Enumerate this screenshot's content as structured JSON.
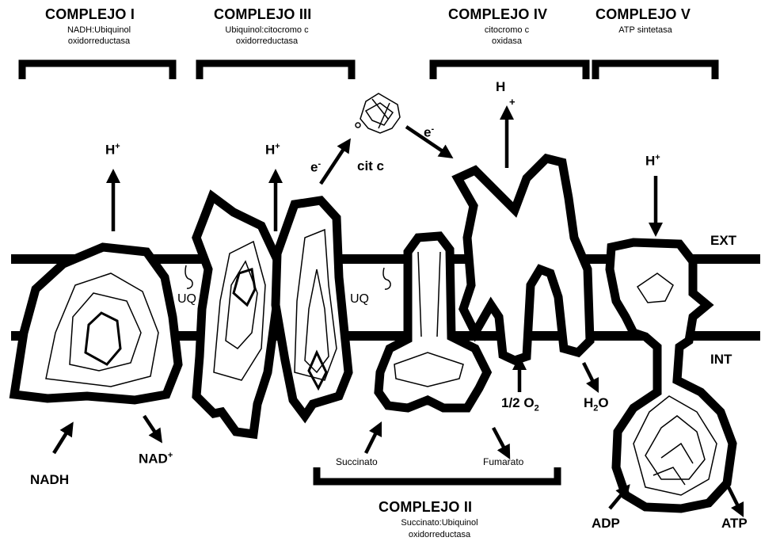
{
  "complexes": {
    "c1": {
      "title": "COMPLEJO I",
      "sub1": "NADH:Ubiquinol",
      "sub2": "oxidorreductasa"
    },
    "c3": {
      "title": "COMPLEJO III",
      "sub1": "Ubiquinol:citocromo c",
      "sub2": "oxidorreductasa"
    },
    "c4": {
      "title": "COMPLEJO IV",
      "sub1": "citocromo c",
      "sub2": "oxidasa"
    },
    "c5": {
      "title": "COMPLEJO V",
      "sub1": "ATP sintetasa"
    },
    "c2": {
      "title": "COMPLEJO II",
      "sub1": "Succinato:Ubiquinol",
      "sub2": "oxidorreductasa"
    }
  },
  "labels": {
    "h": "H",
    "plus": "+",
    "e": "e",
    "minus": "-",
    "cit_c": "cit c",
    "uq": "UQ",
    "ext": "EXT",
    "int": "INT",
    "nadh": "NADH",
    "nad": "NAD",
    "succinato": "Succinato",
    "fumarato": "Fumarato",
    "o2": "1/2 O",
    "o2_sub": "2",
    "h2o": "H",
    "h2o_sub": "2",
    "h2o_o": "O",
    "adp": "ADP",
    "atp": "ATP"
  }
}
